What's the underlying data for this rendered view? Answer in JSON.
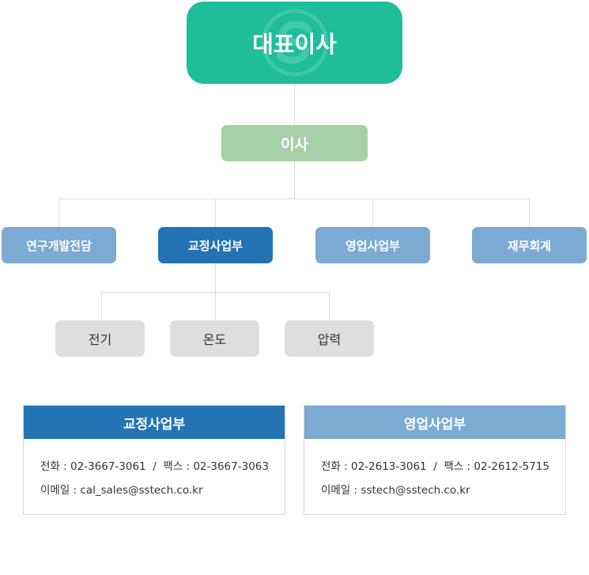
{
  "ceo": {
    "label": "대표이사"
  },
  "director": {
    "label": "이사"
  },
  "departments": [
    {
      "label": "연구개발전담"
    },
    {
      "label": "교정사업부"
    },
    {
      "label": "영업사업부"
    },
    {
      "label": "재무회계"
    }
  ],
  "sub_units": [
    {
      "label": "전기"
    },
    {
      "label": "온도"
    },
    {
      "label": "압력"
    }
  ],
  "contacts": [
    {
      "title": "교정사업부",
      "phone_label": "전화 : ",
      "phone": "02-3667-3061",
      "separator": "  /  ",
      "fax_label": "팩스 : ",
      "fax": "02-3667-3063",
      "email_label": "이메일 : ",
      "email": "cal_sales@sstech.co.kr"
    },
    {
      "title": "영업사업부",
      "phone_label": "전화 : ",
      "phone": "02-2613-3061",
      "separator": "  /  ",
      "fax_label": "팩스 : ",
      "fax": "02-2612-5715",
      "email_label": "이메일 : ",
      "email": "sstech@sstech.co.kr"
    }
  ],
  "colors": {
    "ceo": "#1dbe99",
    "director": "#a8d0a8",
    "dept_light": "#7baad2",
    "dept_dark": "#2373b5",
    "sub_unit": "#dedede",
    "connector": "#dcdcdc"
  },
  "icons": {
    "ceo_watermark": "company-logo-s-watermark"
  }
}
